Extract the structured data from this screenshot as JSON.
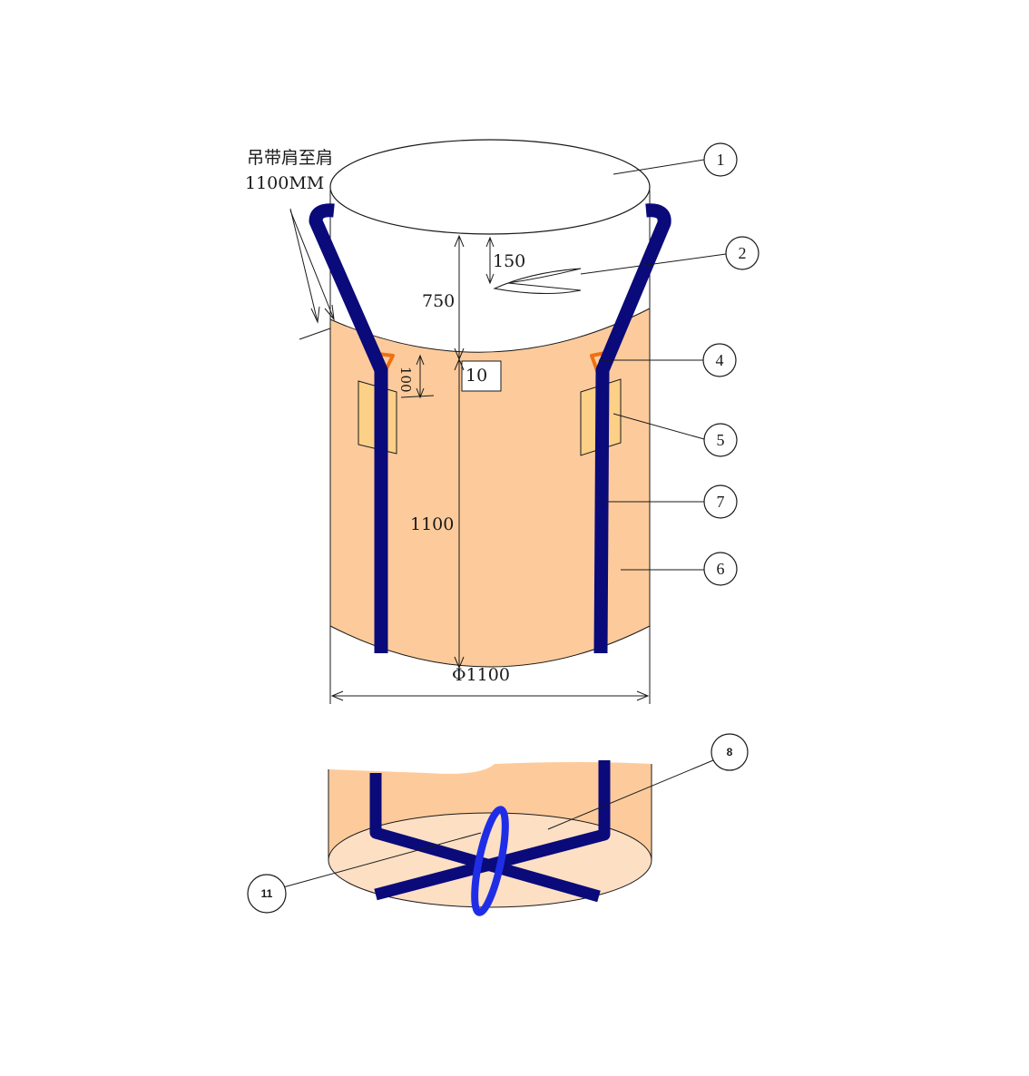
{
  "annotation": {
    "line1": "吊带肩至肩",
    "line2": "1100MM"
  },
  "dimensions": {
    "d150": "150",
    "d750": "750",
    "d100": "100",
    "d10": "10",
    "d1100": "1100",
    "diameter": "Φ1100"
  },
  "callouts": [
    {
      "label": "1"
    },
    {
      "label": "2"
    },
    {
      "label": "4"
    },
    {
      "label": "5"
    },
    {
      "label": "7"
    },
    {
      "label": "6"
    },
    {
      "label": "8"
    },
    {
      "label": "11"
    }
  ],
  "colors": {
    "body": "#fdcb9b",
    "body_bottom": "#fddfc4",
    "strap": "#0a0a7a",
    "loop": "#1f2ee6",
    "tie": "#f07010",
    "pocket": "#fcd087",
    "line": "#1a1a1a"
  }
}
